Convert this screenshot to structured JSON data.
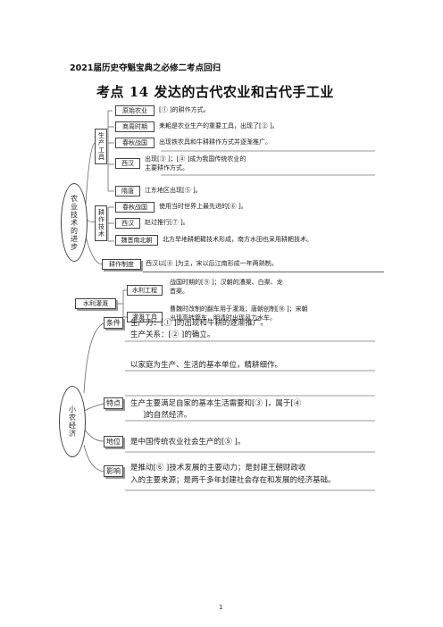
{
  "header": "2021届历史夺魁宝典之必修二考点回归",
  "title": "考点 14  发达的古代农业和古代手工业",
  "section1": {
    "root": "农业技术的进步",
    "tools": {
      "label": "生产工具",
      "rows": [
        {
          "period": "原始农业",
          "text": "[①                  ]的耕作方式。"
        },
        {
          "period": "商周时期",
          "text": "耒耜是农业生产的重要工具，出现了[②                  ]。"
        },
        {
          "period": "春秋战国",
          "text": "出现铁农具和牛耕耕作方式并逐渐推广。"
        },
        {
          "period": "西汉",
          "text1": "出现[③              ]；[④                         ]成为我国传统农业的",
          "text2": "主要耕作方式。"
        },
        {
          "period": "隋唐",
          "text": "江东地区出现[⑤                  ]。"
        }
      ]
    },
    "irrigation_tech": {
      "label": "耕作技术",
      "rows": [
        {
          "period": "春秋战国",
          "text": "使用当时世界上最先进的[⑥                    ]。"
        },
        {
          "period": "西汉",
          "text": "赵过推行[⑦               ]。"
        },
        {
          "period": "魏晋南北朝",
          "text": "北方旱地耕耙耱技术形成，南方水田也采用耕耙技术。"
        }
      ]
    },
    "system": {
      "label": "耕作制度",
      "text": "西汉以[⑧                        ]为主，宋以后江南形成一年两熟制。"
    }
  },
  "section2": {
    "root": "水利灌溉",
    "rows": [
      {
        "label": "水利工程",
        "text1": "战国时期的[⑨                         ]；汉朝的漕渠、白渠、龙",
        "text2": "首渠。"
      },
      {
        "label": "灌溉工具",
        "text1": "曹魏时改制的翻车用于灌溉；唐朝创制[⑩          ]；宋朝",
        "text2": "出现高转筒车，明清时出现风力水车。"
      }
    ]
  },
  "section3": {
    "root": "小农经济",
    "rows": [
      {
        "label": "条件",
        "text1": "生产力：[①                  ]的出现和牛耕的逐渐推广。",
        "text2": "生产关系：[②                  ]的确立。"
      },
      {
        "label": "特点",
        "text1": "以家庭为生产、生活的基本单位，精耕细作。",
        "text2": "生产主要满足自家的基本生活需要和[③                      ]，属于[④",
        "text3": "]的自然经济。"
      },
      {
        "label": "地位",
        "text1": "是中国传统农业社会生产的[⑤                  ]。"
      },
      {
        "label": "影响",
        "text1": "是推动[⑥                         ]技术发展的主要动力；是封建王朝财政收",
        "text2": "入的主要来源；是两千多年封建社会存在和发展的经济基础。"
      }
    ]
  },
  "page_number": "1"
}
